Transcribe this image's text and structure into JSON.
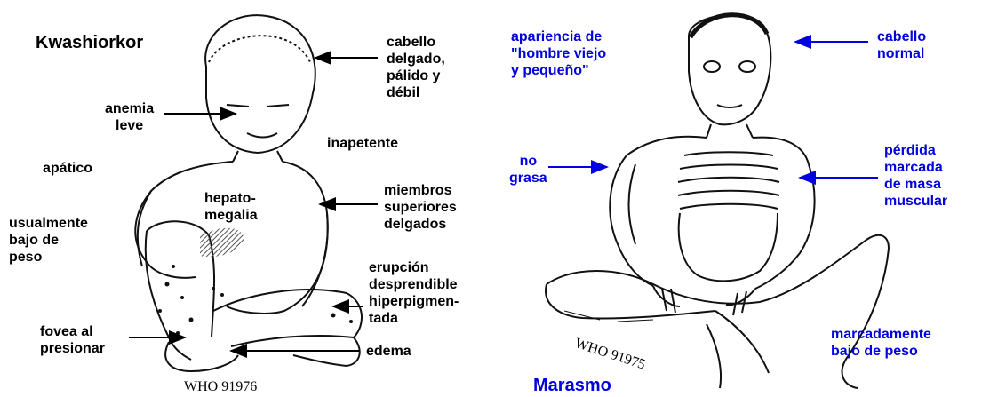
{
  "kwashiorkor": {
    "title": "Kwashiorkor",
    "labels": {
      "hair": "cabello\ndelgado,\npálido y\ndébil",
      "anemia": "anemia\nleve",
      "appetite": "inapetente",
      "apathy": "apático",
      "hepato": "hepato-\nmegalia",
      "arms": "miembros\nsuperiores\ndelgados",
      "weight": "usualmente\nbajo de\npeso",
      "rash": "erupción\ndesprendible\nhiperpigmen-\ntada",
      "pitting": "fovea al\npresionar",
      "edema": "edema"
    },
    "who_code": "WHO 91976"
  },
  "marasmo": {
    "title": "Marasmo",
    "labels": {
      "old_man": "apariencia de\n\"hombre viejo\ny pequeño\"",
      "hair": "cabello\nnormal",
      "fat": "no\ngrasa",
      "muscle": "pérdida\nmarcada\nde masa\nmuscular",
      "weight": "marcadamente\nbajo de peso"
    },
    "who_code": "WHO 91975"
  },
  "colors": {
    "left_text": "#000000",
    "right_text": "#0000e0",
    "drawing": "#111111"
  },
  "icons": [
    "arrow-icon",
    "child-kwashiorkor-illustration",
    "child-marasmus-illustration"
  ]
}
